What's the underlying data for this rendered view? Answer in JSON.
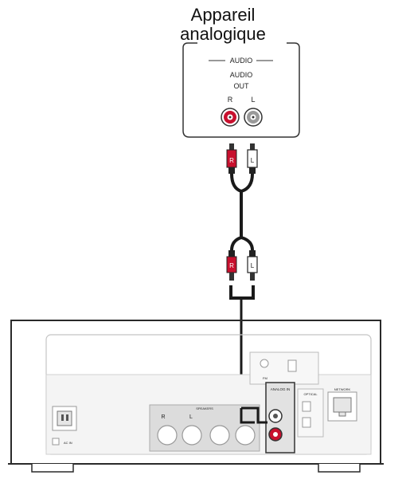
{
  "device": {
    "title_line1": "Appareil",
    "title_line2": "analogique",
    "section_label": "AUDIO",
    "port_label_line1": "AUDIO",
    "port_label_line2": "OUT",
    "channel_r": "R",
    "channel_l": "L"
  },
  "plugs": {
    "top_right_mark": "R",
    "top_left_mark": "L",
    "bottom_right_mark": "R",
    "bottom_left_mark": "L"
  },
  "receiver": {
    "analog_in_label": "ANALOG IN",
    "ac_in_label": "AC IN",
    "speakers_label": "SPEAKERS",
    "speaker_marks": [
      "R",
      "L"
    ],
    "optical_label": "OPTICAL",
    "fm_label": "FM",
    "network_label": "NETWORK"
  },
  "colors": {
    "line": "#1a1a1a",
    "red_jack": "#c8102e",
    "panel_fill": "#ffffff",
    "panel_gray": "#d9d9d9"
  }
}
